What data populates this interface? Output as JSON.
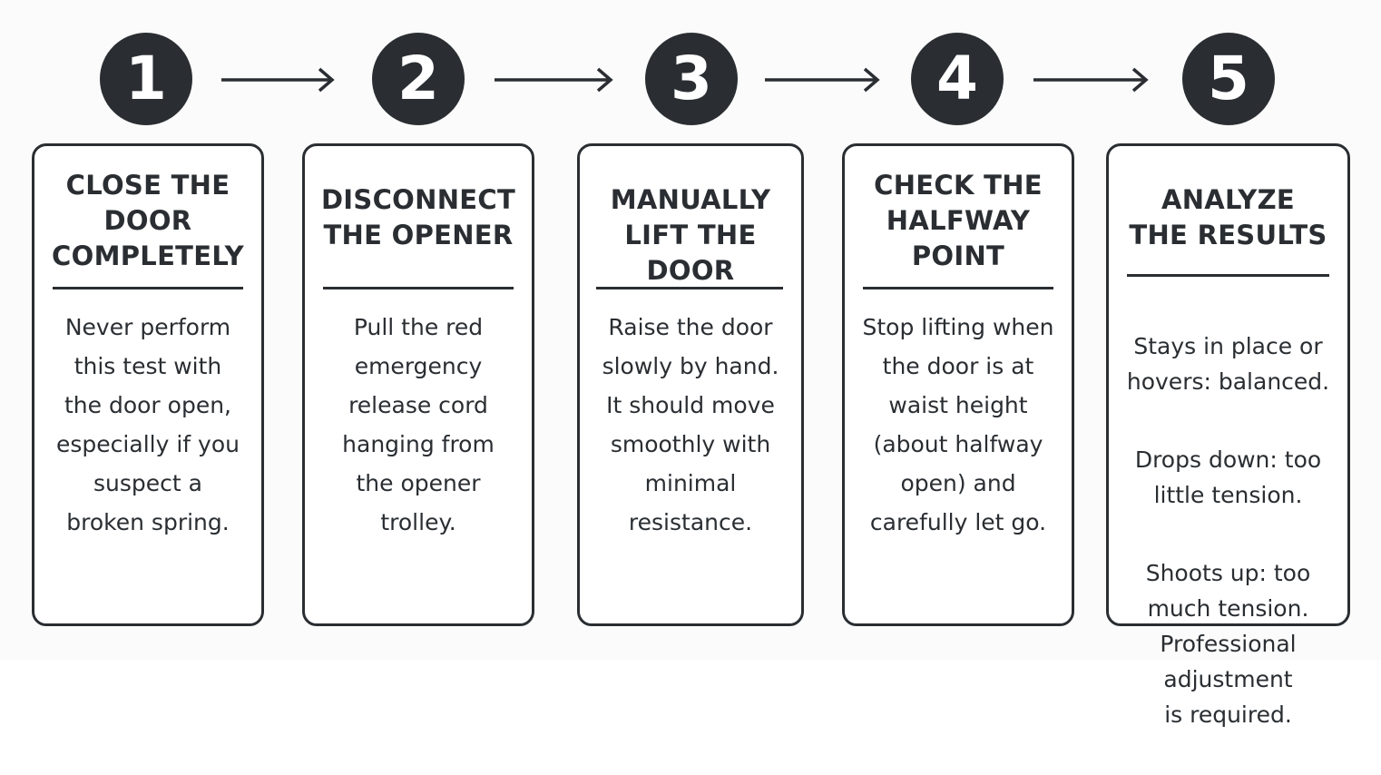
{
  "steps": [
    {
      "number": "1",
      "title": "CLOSE THE\nDOOR\nCOMPLETELY",
      "body": "Never perform\nthis test with\nthe door open,\nespecially if you\nsuspect a\nbroken spring."
    },
    {
      "number": "2",
      "title": "DISCONNECT\nTHE OPENER",
      "body": "Pull the red\nemergency\nrelease cord\nhanging from\nthe opener\ntrolley."
    },
    {
      "number": "3",
      "title": "MANUALLY\nLIFT THE DOOR",
      "body": "Raise the door\nslowly by hand.\nIt should move\nsmoothly with\nminimal\nresistance."
    },
    {
      "number": "4",
      "title": "CHECK THE\nHALFWAY\nPOINT",
      "body": "Stop lifting when\nthe door is at\nwaist height\n(about halfway\nopen) and\ncarefully let go."
    },
    {
      "number": "5",
      "title": "ANALYZE\nTHE RESULTS",
      "results": [
        "Stays in place or\nhovers: balanced.",
        "Drops down: too\nlittle tension.",
        "Shoots up: too\nmuch tension.\nProfessional\nadjustment\nis required."
      ]
    }
  ],
  "colors": {
    "ink": "#2a2e32",
    "background": "#fbfbfb",
    "card_fill": "#ffffff"
  },
  "icons": {
    "connector": "right-arrow-icon"
  }
}
